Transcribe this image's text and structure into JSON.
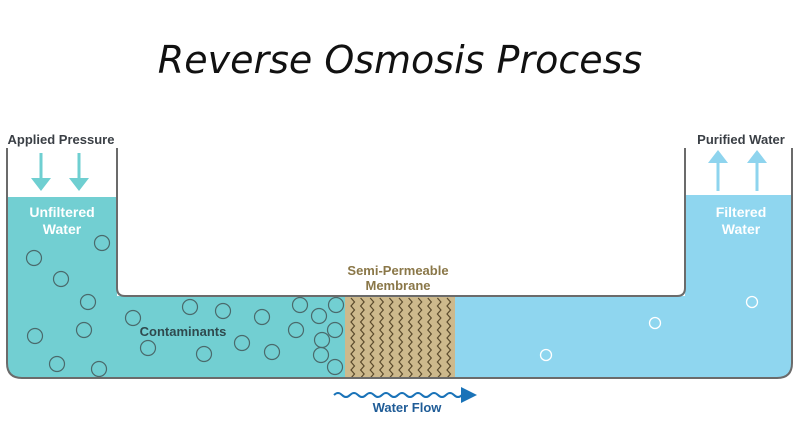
{
  "title": "Reverse Osmosis Process",
  "labels": {
    "applied_pressure": "Applied Pressure",
    "purified_water": "Purified Water",
    "unfiltered_line1": "Unfiltered",
    "unfiltered_line2": "Water",
    "filtered_line1": "Filtered",
    "filtered_line2": "Water",
    "membrane_line1": "Semi-Permeable",
    "membrane_line2": "Membrane",
    "contaminants": "Contaminants",
    "water_flow": "Water Flow"
  },
  "colors": {
    "unfiltered_water": "#72cfd2",
    "filtered_water": "#8fd6ef",
    "membrane": "#cdb98c",
    "membrane_wave": "#5a4a2c",
    "tank_outline": "#6b6b6b",
    "pressure_arrow": "#6fcfd1",
    "purified_arrow": "#8ed4ee",
    "contaminant_stroke": "#4a6a6c",
    "flow_arrow": "#1a73b8"
  },
  "icons": {
    "pressure_arrows": "arrow-down-icon",
    "purified_arrows": "arrow-up-icon",
    "flow_arrow": "wavy-arrow-right-icon"
  }
}
